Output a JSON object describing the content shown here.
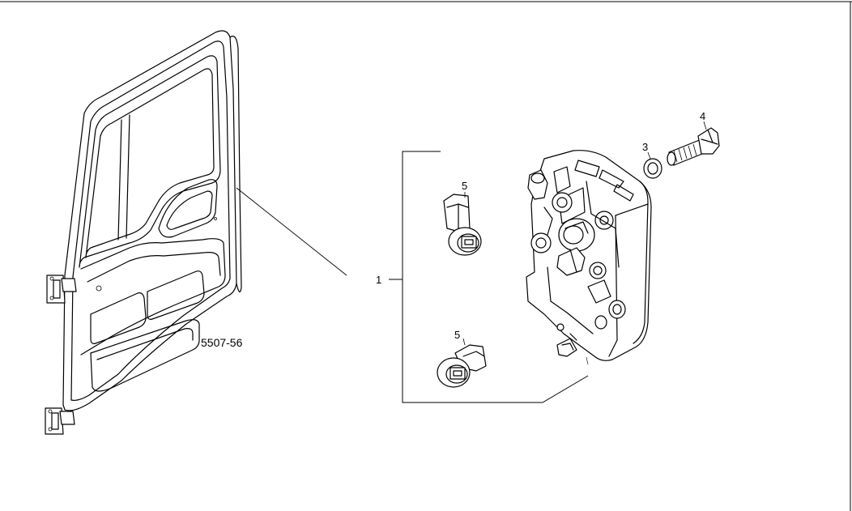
{
  "diagram": {
    "callouts": {
      "assembly": "1",
      "washer": "3",
      "bolt": "4",
      "connector_upper": "5",
      "connector_lower": "5"
    },
    "reference_code": "5507-56"
  }
}
